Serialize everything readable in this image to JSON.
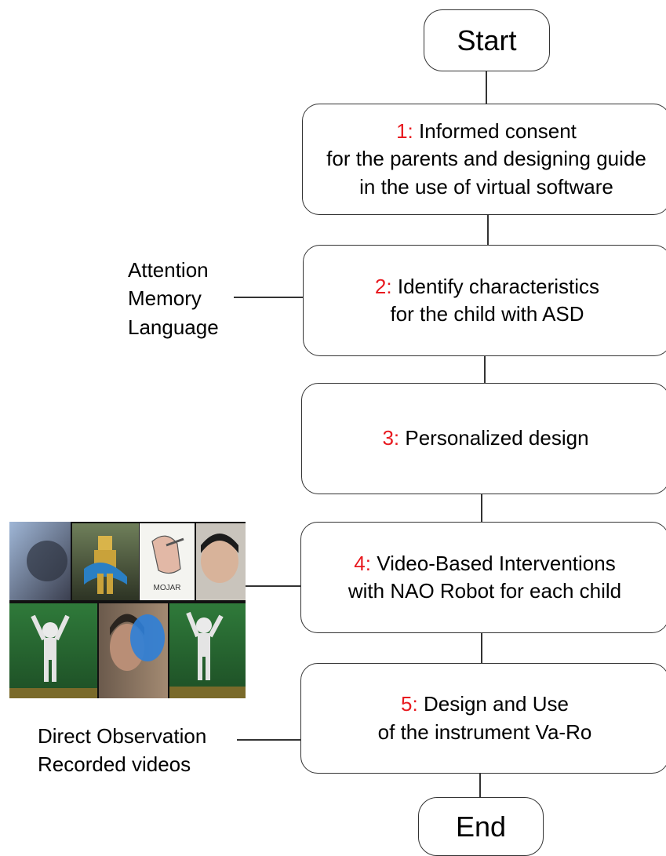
{
  "start_label": "Start",
  "end_label": "End",
  "steps": [
    {
      "num": "1:",
      "lines": [
        "Informed consent",
        "for the parents and designing guide",
        "in the use of virtual software"
      ]
    },
    {
      "num": "2:",
      "lines": [
        "Identify characteristics",
        "for the child with ASD"
      ]
    },
    {
      "num": "3:",
      "lines": [
        "Personalized design"
      ]
    },
    {
      "num": "4:",
      "lines": [
        "Video-Based Interventions",
        "with NAO Robot for each child"
      ]
    },
    {
      "num": "5:",
      "lines": [
        "Design and Use",
        "of the instrument Va-Ro"
      ]
    }
  ],
  "side_notes": {
    "characteristics": [
      "Attention",
      "Memory",
      "Language"
    ],
    "observation": [
      "Direct Observation",
      "Recorded videos"
    ]
  },
  "photo_label": "MOJAR",
  "colors": {
    "step_number": "#e8191f",
    "border": "#333333"
  }
}
